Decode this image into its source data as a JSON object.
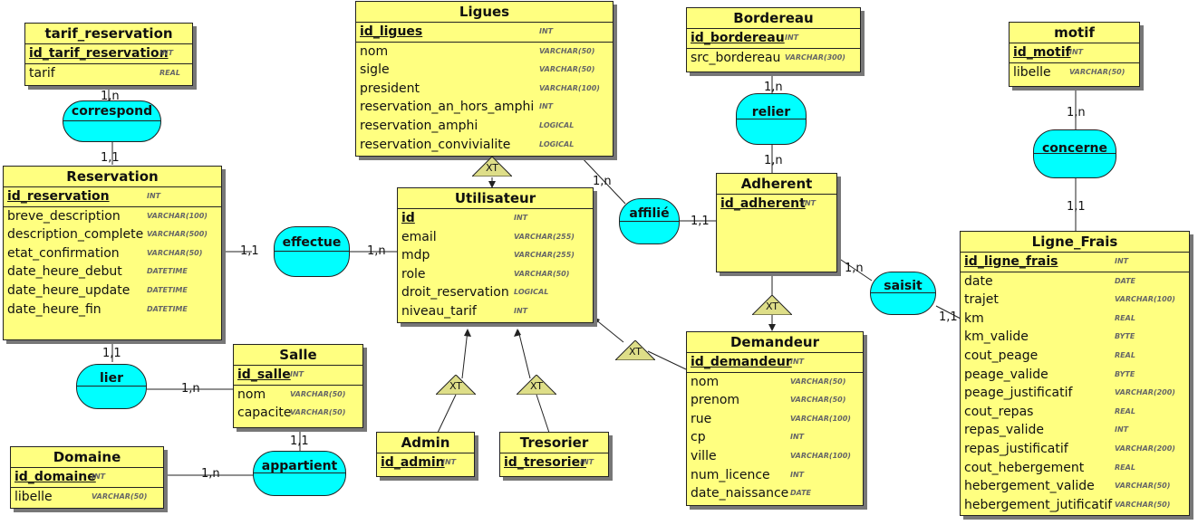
{
  "entities": {
    "tarif_reservation": {
      "title": "tarif_reservation",
      "attrs": [
        {
          "name": "id_tarif_reservation",
          "type": "INT"
        },
        {
          "name": "tarif",
          "type": "REAL"
        }
      ]
    },
    "ligues": {
      "title": "Ligues",
      "attrs": [
        {
          "name": "id_ligues",
          "type": "INT"
        },
        {
          "name": "nom",
          "type": "VARCHAR(50)"
        },
        {
          "name": "sigle",
          "type": "VARCHAR(50)"
        },
        {
          "name": "president",
          "type": "VARCHAR(100)"
        },
        {
          "name": "reservation_an_hors_amphi",
          "type": "INT"
        },
        {
          "name": "reservation_amphi",
          "type": "LOGICAL"
        },
        {
          "name": "reservation_convivialite",
          "type": "LOGICAL"
        }
      ]
    },
    "bordereau": {
      "title": "Bordereau",
      "attrs": [
        {
          "name": "id_bordereau",
          "type": "INT"
        },
        {
          "name": "src_bordereau",
          "type": "VARCHAR(300)"
        }
      ]
    },
    "motif": {
      "title": "motif",
      "attrs": [
        {
          "name": "id_motif",
          "type": "INT"
        },
        {
          "name": "libelle",
          "type": "VARCHAR(50)"
        }
      ]
    },
    "reservation": {
      "title": "Reservation",
      "attrs": [
        {
          "name": "id_reservation",
          "type": "INT"
        },
        {
          "name": "breve_description",
          "type": "VARCHAR(100)"
        },
        {
          "name": "description_complete",
          "type": "VARCHAR(500)"
        },
        {
          "name": "etat_confirmation",
          "type": "VARCHAR(50)"
        },
        {
          "name": "date_heure_debut",
          "type": "DATETIME"
        },
        {
          "name": "date_heure_update",
          "type": "DATETIME"
        },
        {
          "name": "date_heure_fin",
          "type": "DATETIME"
        }
      ]
    },
    "utilisateur": {
      "title": "Utilisateur",
      "attrs": [
        {
          "name": "id",
          "type": "INT"
        },
        {
          "name": "email",
          "type": "VARCHAR(255)"
        },
        {
          "name": "mdp",
          "type": "VARCHAR(255)"
        },
        {
          "name": "role",
          "type": "VARCHAR(50)"
        },
        {
          "name": "droit_reservation",
          "type": "LOGICAL"
        },
        {
          "name": "niveau_tarif",
          "type": "INT"
        }
      ]
    },
    "adherent": {
      "title": "Adherent",
      "attrs": [
        {
          "name": "id_adherent",
          "type": "INT"
        }
      ]
    },
    "ligne_frais": {
      "title": "Ligne_Frais",
      "attrs": [
        {
          "name": "id_ligne_frais",
          "type": "INT"
        },
        {
          "name": "date",
          "type": "DATE"
        },
        {
          "name": "trajet",
          "type": "VARCHAR(100)"
        },
        {
          "name": "km",
          "type": "REAL"
        },
        {
          "name": "km_valide",
          "type": "BYTE"
        },
        {
          "name": "cout_peage",
          "type": "REAL"
        },
        {
          "name": "peage_valide",
          "type": "BYTE"
        },
        {
          "name": "peage_justificatif",
          "type": "VARCHAR(200)"
        },
        {
          "name": "cout_repas",
          "type": "REAL"
        },
        {
          "name": "repas_valide",
          "type": "INT"
        },
        {
          "name": "repas_justificatif",
          "type": "VARCHAR(200)"
        },
        {
          "name": "cout_hebergement",
          "type": "REAL"
        },
        {
          "name": "hebergement_valide",
          "type": "VARCHAR(50)"
        },
        {
          "name": "hebergement_jutificatif",
          "type": "VARCHAR(50)"
        }
      ]
    },
    "salle": {
      "title": "Salle",
      "attrs": [
        {
          "name": "id_salle",
          "type": "INT"
        },
        {
          "name": "nom",
          "type": "VARCHAR(50)"
        },
        {
          "name": "capacite",
          "type": "VARCHAR(50)"
        }
      ]
    },
    "demandeur": {
      "title": "Demandeur",
      "attrs": [
        {
          "name": "id_demandeur",
          "type": "INT"
        },
        {
          "name": "nom",
          "type": "VARCHAR(50)"
        },
        {
          "name": "prenom",
          "type": "VARCHAR(50)"
        },
        {
          "name": "rue",
          "type": "VARCHAR(100)"
        },
        {
          "name": "cp",
          "type": "INT"
        },
        {
          "name": "ville",
          "type": "VARCHAR(100)"
        },
        {
          "name": "num_licence",
          "type": "INT"
        },
        {
          "name": "date_naissance",
          "type": "DATE"
        }
      ]
    },
    "domaine": {
      "title": "Domaine",
      "attrs": [
        {
          "name": "id_domaine",
          "type": "INT"
        },
        {
          "name": "libelle",
          "type": "VARCHAR(50)"
        }
      ]
    },
    "admin": {
      "title": "Admin",
      "attrs": [
        {
          "name": "id_admin",
          "type": "INT"
        }
      ]
    },
    "tresorier": {
      "title": "Tresorier",
      "attrs": [
        {
          "name": "id_tresorier",
          "type": "INT"
        }
      ]
    }
  },
  "relations": {
    "correspond": "correspond",
    "relier": "relier",
    "concerne": "concerne",
    "affilie": "affilié",
    "effectue": "effectue",
    "saisit": "saisit",
    "lier": "lier",
    "appartient": "appartient"
  },
  "cardinalities": {
    "tarif_correspond": "1,n",
    "reservation_correspond": "1,1",
    "bordereau_relier": "1,n",
    "adherent_relier": "1,n",
    "motif_concerne": "1,n",
    "lignefrais_concerne": "1,1",
    "ligues_affilie": "1,n",
    "adherent_affilie": "1,1",
    "reservation_effectue": "1,1",
    "utilisateur_effectue": "1,n",
    "adherent_saisit": "1,n",
    "lignefrais_saisit": "1,1",
    "reservation_lier": "1,1",
    "salle_lier": "1,n",
    "salle_appartient": "1,1",
    "domaine_appartient": "1,n"
  },
  "xt_label": "XT"
}
